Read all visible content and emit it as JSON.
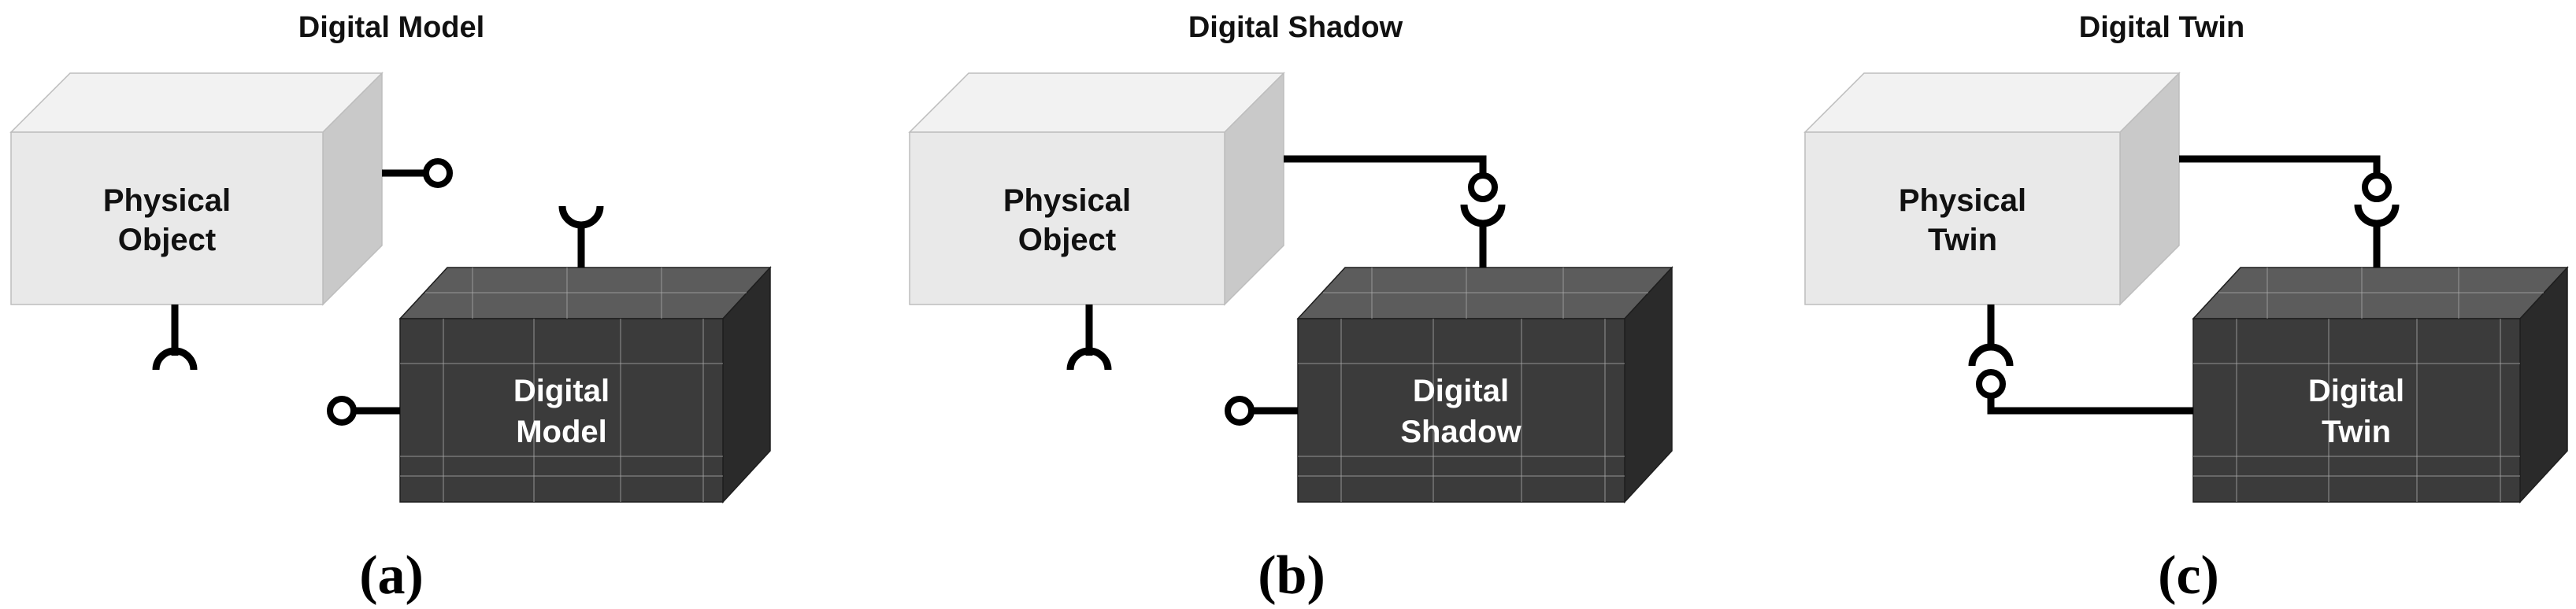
{
  "panels": [
    {
      "id": "a",
      "title": "Digital Model",
      "caption": "(a)",
      "physical": {
        "line1": "Physical",
        "line2": "Object"
      },
      "digital": {
        "line1": "Digital",
        "line2": "Model"
      },
      "link_type": "none"
    },
    {
      "id": "b",
      "title": "Digital Shadow",
      "caption": "(b)",
      "physical": {
        "line1": "Physical",
        "line2": "Object"
      },
      "digital": {
        "line1": "Digital",
        "line2": "Shadow"
      },
      "link_type": "one-way"
    },
    {
      "id": "c",
      "title": "Digital Twin",
      "caption": "(c)",
      "physical": {
        "line1": "Physical",
        "line2": "Twin"
      },
      "digital": {
        "line1": "Digital",
        "line2": "Twin"
      },
      "link_type": "two-way"
    }
  ],
  "colors": {
    "physical_front": "#e9e9e9",
    "physical_top": "#f2f2f2",
    "physical_side": "#c9c9c9",
    "physical_text": "#111111",
    "digital_front": "#3b3b3b",
    "digital_top": "#5c5c5c",
    "digital_side": "#2a2a2a",
    "digital_grid": "#a8a8a8",
    "digital_text": "#ffffff",
    "connector": "#000000"
  }
}
